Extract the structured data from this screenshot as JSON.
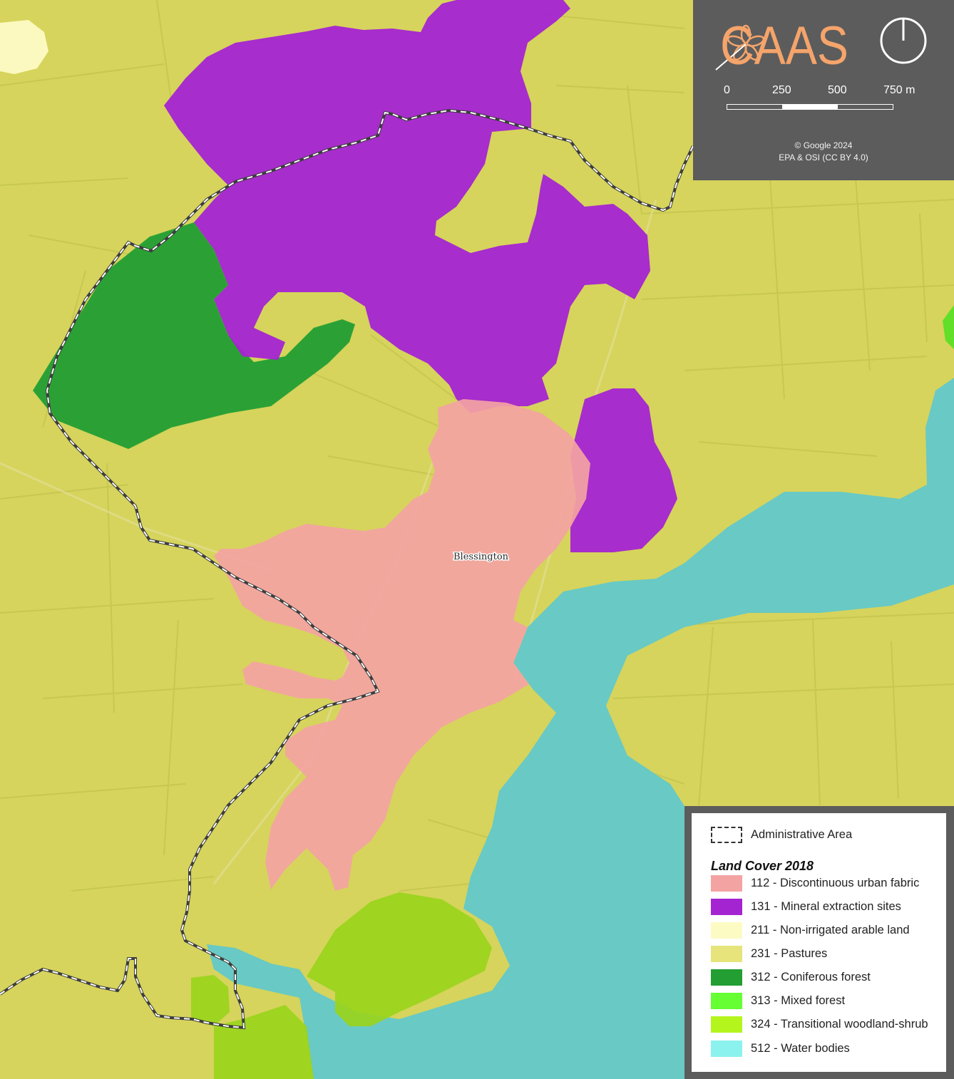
{
  "map": {
    "place_label": "Blessington"
  },
  "info_panel": {
    "logo_text": "CAAS",
    "scale": {
      "ticks": [
        "0",
        "250",
        "500",
        "750 m"
      ]
    },
    "credits": [
      "© Google 2024",
      "EPA & OSI (CC BY 4.0)"
    ]
  },
  "legend": {
    "admin_label": "Administrative Area",
    "title": "Land Cover 2018",
    "items": [
      {
        "code": "112",
        "label": "112 - Discontinuous urban fabric",
        "color": "#f4a3a3"
      },
      {
        "code": "131",
        "label": "131 - Mineral extraction sites",
        "color": "#a424d2"
      },
      {
        "code": "211",
        "label": "211 - Non-irrigated arable land",
        "color": "#fdfbc4"
      },
      {
        "code": "231",
        "label": "231 - Pastures",
        "color": "#e6e47a"
      },
      {
        "code": "312",
        "label": "312 - Coniferous forest",
        "color": "#229e33"
      },
      {
        "code": "313",
        "label": "313 - Mixed forest",
        "color": "#66ff33"
      },
      {
        "code": "324",
        "label": "324 - Transitional woodland-shrub",
        "color": "#b3f51c"
      },
      {
        "code": "512",
        "label": "512 - Water bodies",
        "color": "#8cf2ee"
      }
    ]
  }
}
